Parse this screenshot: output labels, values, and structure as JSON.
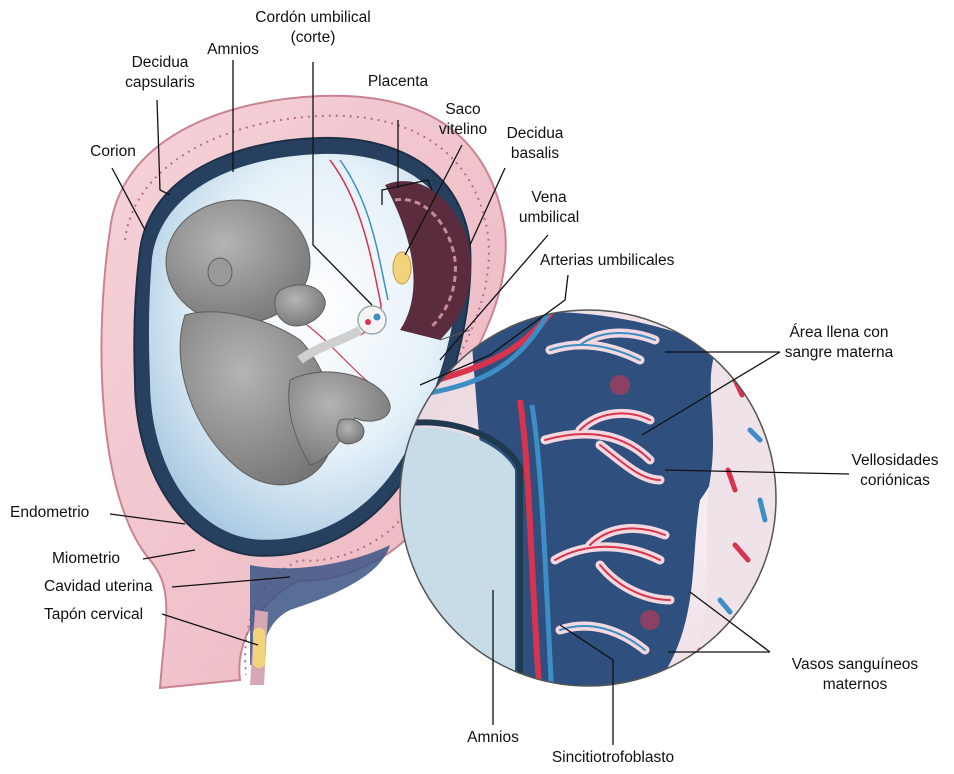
{
  "labels": {
    "cordon_1": "Cordón umbilical",
    "cordon_2": "(corte)",
    "amnios_top": "Amnios",
    "decidua_capsularis_1": "Decidua",
    "decidua_capsularis_2": "capsularis",
    "placenta": "Placenta",
    "saco_1": "Saco",
    "saco_2": "vitelino",
    "decidua_basalis_1": "Decidua",
    "decidua_basalis_2": "basalis",
    "corion": "Corion",
    "vena_1": "Vena",
    "vena_2": "umbilical",
    "arterias": "Arterias umbilicales",
    "area_1": "Área llena con",
    "area_2": "sangre materna",
    "vellosidades_1": "Vellosidades",
    "vellosidades_2": "coriónicas",
    "endometrio": "Endometrio",
    "miometrio": "Miometrio",
    "cavidad": "Cavidad uterina",
    "tapon": "Tapón cervical",
    "vasos_1": "Vasos sanguíneos",
    "vasos_2": "maternos",
    "amnios_bottom": "Amnios",
    "sincitio": "Sincitiotrofoblasto"
  },
  "colors": {
    "uterus_pink": "#f2c0c8",
    "uterus_dark": "#d98a9a",
    "chorion_navy": "#27405f",
    "amniotic_blue": "#dcebf5",
    "maternal_blood": "#2f4f7e",
    "artery_red": "#d8344d",
    "vein_blue": "#3d8ec6",
    "fetus_gray": "#8e8e8e",
    "yolk_yellow": "#f2d27a"
  }
}
